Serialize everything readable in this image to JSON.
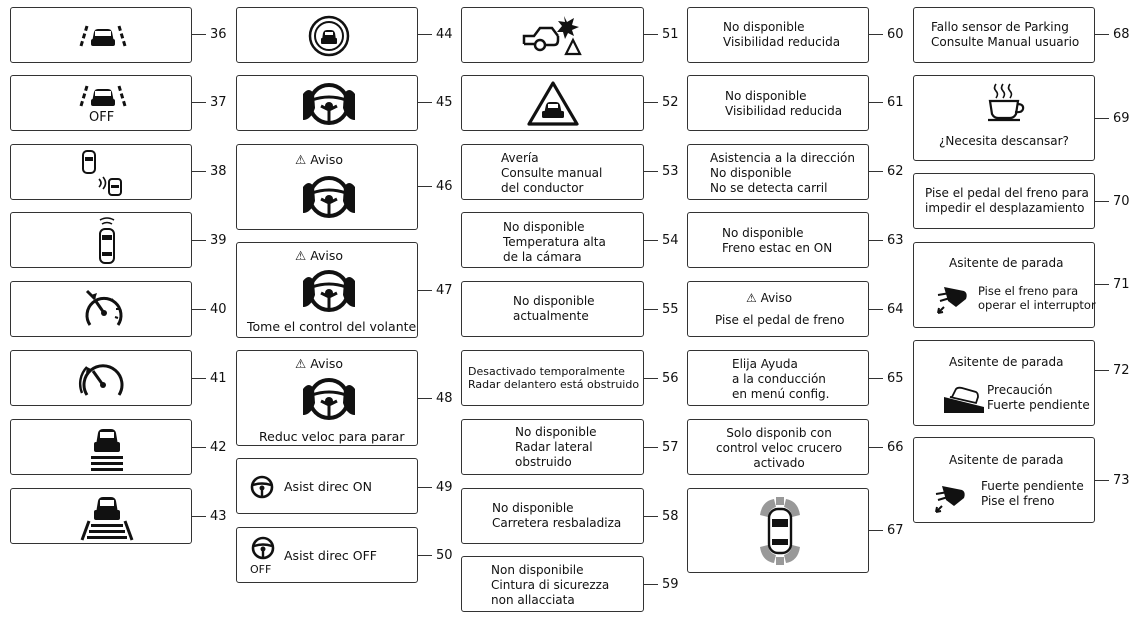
{
  "numbers": {
    "n36": "36",
    "n37": "37",
    "n38": "38",
    "n39": "39",
    "n40": "40",
    "n41": "41",
    "n42": "42",
    "n43": "43",
    "n44": "44",
    "n45": "45",
    "n46": "46",
    "n47": "47",
    "n48": "48",
    "n49": "49",
    "n50": "50",
    "n51": "51",
    "n52": "52",
    "n53": "53",
    "n54": "54",
    "n55": "55",
    "n56": "56",
    "n57": "57",
    "n58": "58",
    "n59": "59",
    "n60": "60",
    "n61": "61",
    "n62": "62",
    "n63": "63",
    "n64": "64",
    "n65": "65",
    "n66": "66",
    "n67": "67",
    "n68": "68",
    "n69": "69",
    "n70": "70",
    "n71": "71",
    "n72": "72",
    "n73": "73"
  },
  "labels": {
    "off37": "OFF",
    "aviso": "Aviso",
    "t47": "Tome el control del volante",
    "t48": "Reduc veloc para parar",
    "t49": "Asist direc ON",
    "t50": "Asist direc OFF",
    "off50": "OFF",
    "t53": "Avería\nConsulte manual\ndel conductor",
    "t54": "No disponible\nTemperatura alta\nde la cámara",
    "t55": "No disponible\nactualmente",
    "t56": "Desactivado temporalmente\nRadar delantero está obstruido",
    "t57": "No disponible\nRadar lateral\nobstruido",
    "t58": "No disponible\nCarretera resbaladiza",
    "t59": "Non disponibile\nCintura di sicurezza\nnon allacciata",
    "t60": "No disponible\nVisibilidad reducida",
    "t61": "No disponible\nVisibilidad reducida",
    "t62": "Asistencia a la dirección\nNo disponible\nNo se detecta carril",
    "t63": "No disponible\nFreno estac en ON",
    "t64": "Pise el pedal de freno",
    "t65": "Elija Ayuda\na la conducción\nen menú config.",
    "t66": "Solo disponib con\ncontrol veloc crucero\nactivado",
    "t68": "Fallo sensor de Parking\nConsulte Manual usuario",
    "t69": "¿Necesita descansar?",
    "t70": "Pise el pedal del freno para\nimpedir el desplazamiento",
    "t71a": "Asitente de parada",
    "t71b": "Pise el freno para\noperar el interruptor",
    "t72a": "Asitente de parada",
    "t72b": "Precaución\nFuerte pendiente",
    "t73a": "Asitente de parada",
    "t73b": "Fuerte pendiente\nPise el freno"
  },
  "icons": {
    "i36": "lane-car-icon",
    "i37": "lane-car-off-icon",
    "i38": "blind-spot-icon",
    "i39": "rear-sensor-icon",
    "i40": "speed-limiter-icon",
    "i41": "speedometer-icon",
    "i42": "car-lane-icon",
    "i43": "car-wide-lane-icon",
    "i44": "car-circle-icon",
    "i45": "hands-wheel-icon",
    "i51": "collision-warning-icon",
    "i52": "warning-triangle-car-icon",
    "i67": "parking-sensors-icon",
    "i69": "coffee-cup-icon",
    "i71": "brake-pedal-icon",
    "i72": "slope-car-icon",
    "i73": "brake-pedal-icon"
  }
}
